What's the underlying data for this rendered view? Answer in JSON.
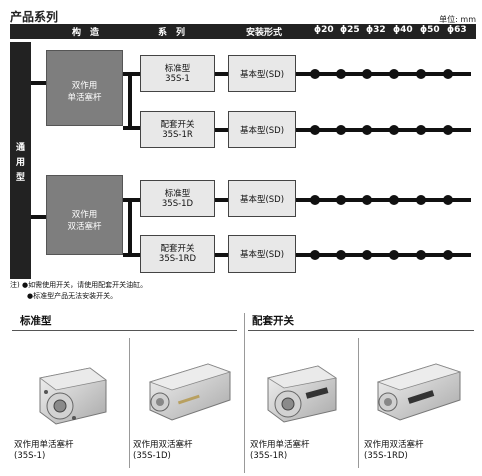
{
  "page_title": "产品系列",
  "unit_label": "单位: mm",
  "header": {
    "structure": "构　造",
    "series": "系　列",
    "mount": "安装形式",
    "sizes": [
      "ϕ20",
      "ϕ25",
      "ϕ32",
      "ϕ40",
      "ϕ50",
      "ϕ63"
    ]
  },
  "side_label": [
    "通",
    "用",
    "型"
  ],
  "groups": [
    {
      "type_line1": "双作用",
      "type_line2": "单活塞杆",
      "rows": [
        {
          "series_line1": "标准型",
          "series_line2": "35S-1",
          "mount": "基本型(SD)"
        },
        {
          "series_line1": "配套开关",
          "series_line2": "35S-1R",
          "mount": "基本型(SD)"
        }
      ]
    },
    {
      "type_line1": "双作用",
      "type_line2": "双活塞杆",
      "rows": [
        {
          "series_line1": "标准型",
          "series_line2": "35S-1D",
          "mount": "基本型(SD)"
        },
        {
          "series_line1": "配套开关",
          "series_line2": "35S-1RD",
          "mount": "基本型(SD)"
        }
      ]
    }
  ],
  "notes": {
    "line1": "注) ●如需使用开关，请使用配套开关油缸。",
    "line2": "●标准型产品无法安装开关。"
  },
  "sections": {
    "standard": "标准型",
    "switch": "配套开关"
  },
  "products": [
    {
      "name": "双作用单活塞杆",
      "code": "(35S-1)"
    },
    {
      "name": "双作用双活塞杆",
      "code": "(35S-1D)"
    },
    {
      "name": "双作用单活塞杆",
      "code": "(35S-1R)"
    },
    {
      "name": "双作用双活塞杆",
      "code": "(35S-1RD)"
    }
  ]
}
